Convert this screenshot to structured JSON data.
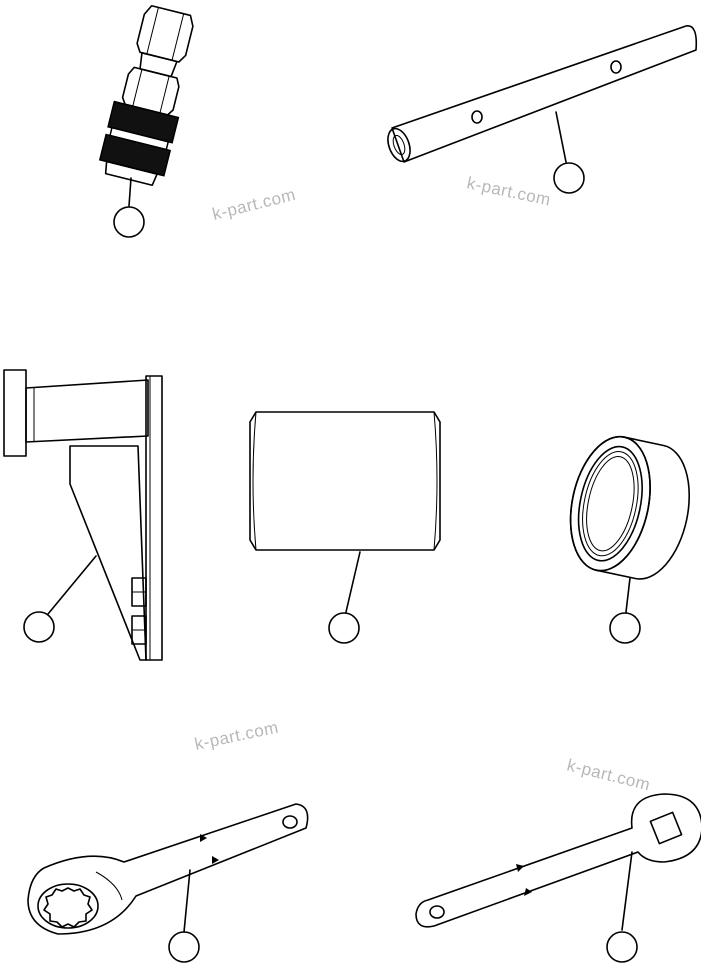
{
  "watermarks": [
    "k-part.com",
    "k-part.com",
    "k-part.com",
    "k-part.com"
  ],
  "colors": {
    "ink": "#000000",
    "watermark": "#b8b8b8",
    "background": "#ffffff"
  },
  "parts": [
    {
      "name": "hydraulic-quick-coupler"
    },
    {
      "name": "drilled-tube"
    },
    {
      "name": "support-bracket"
    },
    {
      "name": "cylindrical-sleeve"
    },
    {
      "name": "seal-ring"
    },
    {
      "name": "spline-wrench"
    },
    {
      "name": "square-drive-wrench"
    }
  ]
}
